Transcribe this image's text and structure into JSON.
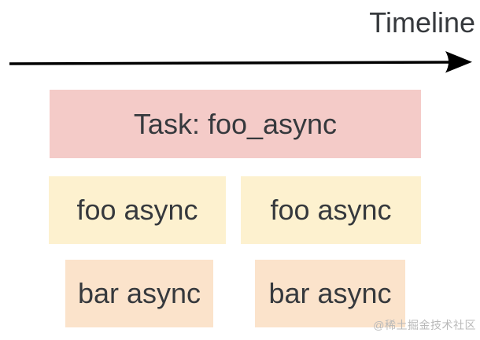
{
  "canvas": {
    "background": "#ffffff",
    "text_color": "#36393d"
  },
  "timeline": {
    "label": "Timeline",
    "arrow_color": "#000000",
    "arrow_direction": "right"
  },
  "boxes": {
    "task": {
      "label": "Task: foo_async",
      "fill": "#f4cbc8"
    },
    "foo": [
      {
        "label": "foo async",
        "fill": "#fdf1cf"
      },
      {
        "label": "foo async",
        "fill": "#fdf1cf"
      }
    ],
    "bar": [
      {
        "label": "bar async",
        "fill": "#fbe3cb"
      },
      {
        "label": "bar async",
        "fill": "#fbe3cb"
      }
    ]
  },
  "watermark": {
    "text": "@稀土掘金技术社区",
    "color": "#b9b9b9"
  }
}
